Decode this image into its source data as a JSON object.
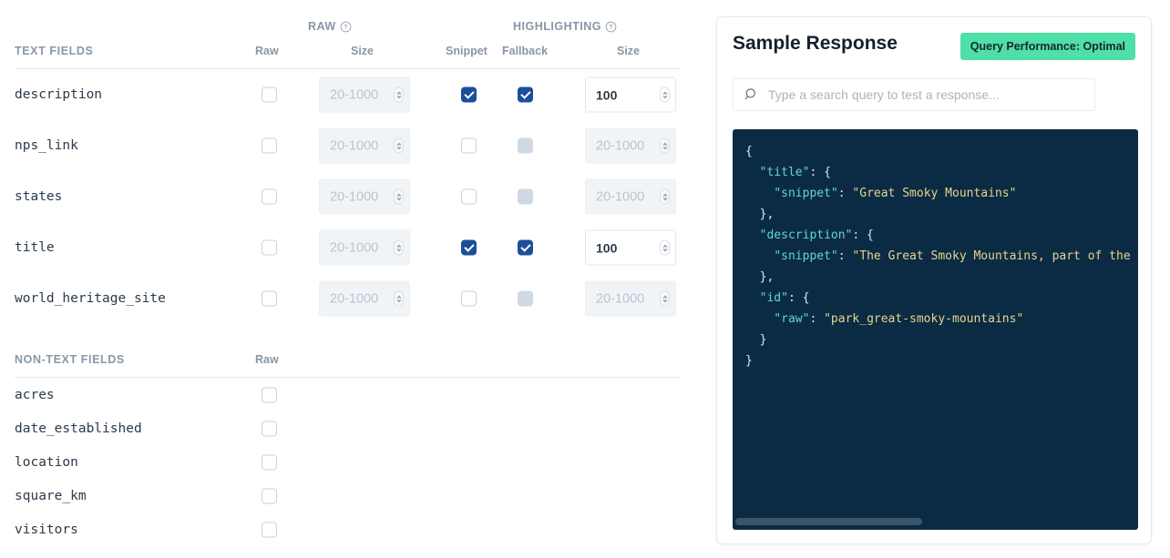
{
  "left": {
    "group_headers": [
      {
        "label": "RAW",
        "icon": "help-circle-icon"
      },
      {
        "label": "HIGHLIGHTING",
        "icon": "help-circle-icon"
      }
    ],
    "text_fields_section": {
      "title": "TEXT FIELDS",
      "columns": [
        "Raw",
        "Size",
        "Snippet",
        "Fallback",
        "Size"
      ],
      "size_placeholder": "20-1000",
      "rows": [
        {
          "name": "description",
          "raw": false,
          "raw_size": "",
          "raw_size_enabled": false,
          "snippet": true,
          "fallback": true,
          "fallback_state": "checked",
          "hl_size": "100",
          "hl_size_enabled": true
        },
        {
          "name": "nps_link",
          "raw": false,
          "raw_size": "",
          "raw_size_enabled": false,
          "snippet": false,
          "fallback": false,
          "fallback_state": "disabled",
          "hl_size": "",
          "hl_size_enabled": false
        },
        {
          "name": "states",
          "raw": false,
          "raw_size": "",
          "raw_size_enabled": false,
          "snippet": false,
          "fallback": false,
          "fallback_state": "disabled",
          "hl_size": "",
          "hl_size_enabled": false
        },
        {
          "name": "title",
          "raw": false,
          "raw_size": "",
          "raw_size_enabled": false,
          "snippet": true,
          "fallback": true,
          "fallback_state": "checked",
          "hl_size": "100",
          "hl_size_enabled": true
        },
        {
          "name": "world_heritage_site",
          "raw": false,
          "raw_size": "",
          "raw_size_enabled": false,
          "snippet": false,
          "fallback": false,
          "fallback_state": "disabled",
          "hl_size": "",
          "hl_size_enabled": false
        }
      ]
    },
    "non_text_fields_section": {
      "title": "NON-TEXT FIELDS",
      "columns": [
        "Raw"
      ],
      "rows": [
        {
          "name": "acres",
          "raw": false
        },
        {
          "name": "date_established",
          "raw": false
        },
        {
          "name": "location",
          "raw": false
        },
        {
          "name": "square_km",
          "raw": false
        },
        {
          "name": "visitors",
          "raw": false
        }
      ]
    }
  },
  "right": {
    "title": "Sample Response",
    "badge": "Query Performance: Optimal",
    "badge_color": "#4fdfa8",
    "search": {
      "placeholder": "Type a search query to test a response...",
      "value": "",
      "icon": "search-icon"
    },
    "code": {
      "background": "#0b2b45",
      "key_color": "#64d6cf",
      "string_color": "#e8d48b",
      "punctuation_color": "#dce6ef",
      "horizontally_scrolled": true,
      "lines": [
        [
          {
            "t": "{",
            "c": "punc"
          }
        ],
        [
          {
            "t": "  ",
            "c": "punc"
          },
          {
            "t": "\"title\"",
            "c": "key"
          },
          {
            "t": ": {",
            "c": "punc"
          }
        ],
        [
          {
            "t": "    ",
            "c": "punc"
          },
          {
            "t": "\"snippet\"",
            "c": "key"
          },
          {
            "t": ": ",
            "c": "punc"
          },
          {
            "t": "\"Great Smoky Mountains\"",
            "c": "str"
          }
        ],
        [
          {
            "t": "  },",
            "c": "punc"
          }
        ],
        [
          {
            "t": "  ",
            "c": "punc"
          },
          {
            "t": "\"description\"",
            "c": "key"
          },
          {
            "t": ": {",
            "c": "punc"
          }
        ],
        [
          {
            "t": "    ",
            "c": "punc"
          },
          {
            "t": "\"snippet\"",
            "c": "key"
          },
          {
            "t": ": ",
            "c": "punc"
          },
          {
            "t": "\"The Great Smoky Mountains, part of the Appa",
            "c": "str"
          }
        ],
        [
          {
            "t": "  },",
            "c": "punc"
          }
        ],
        [
          {
            "t": "  ",
            "c": "punc"
          },
          {
            "t": "\"id\"",
            "c": "key"
          },
          {
            "t": ": {",
            "c": "punc"
          }
        ],
        [
          {
            "t": "    ",
            "c": "punc"
          },
          {
            "t": "\"raw\"",
            "c": "key"
          },
          {
            "t": ": ",
            "c": "punc"
          },
          {
            "t": "\"park_great-smoky-mountains\"",
            "c": "str"
          }
        ],
        [
          {
            "t": "  }",
            "c": "punc"
          }
        ],
        [
          {
            "t": "}",
            "c": "punc"
          }
        ]
      ]
    }
  }
}
